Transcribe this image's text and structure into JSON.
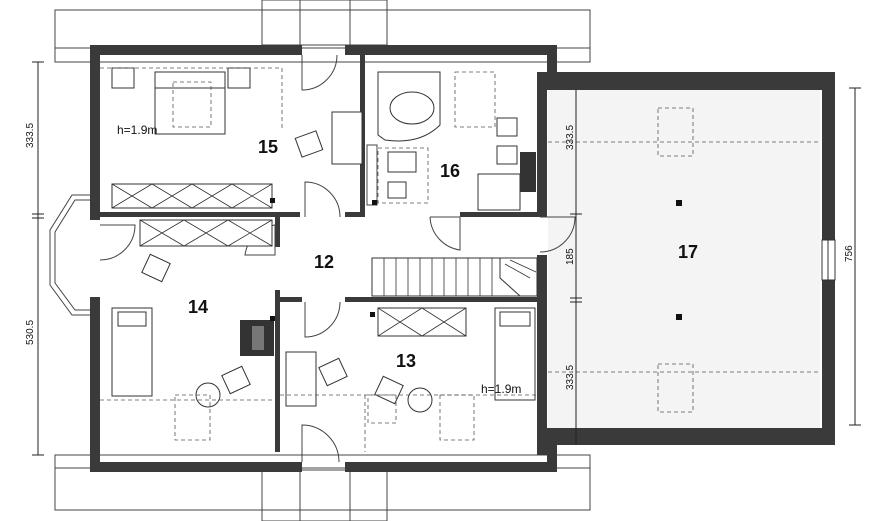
{
  "rooms": {
    "r12": "12",
    "r13": "13",
    "r14": "14",
    "r15": "15",
    "r16": "16",
    "r17": "17"
  },
  "notes": {
    "height_15": "h=1.9m",
    "height_13": "h=1.9m"
  },
  "dimensions": {
    "left_top": "333.5",
    "left_bottom": "530.5",
    "mid_top": "333.5",
    "mid_center": "185",
    "mid_bottom": "333.5",
    "right_total": "756"
  },
  "colors": {
    "wall": "#3a3a3a",
    "attic_fill": "#f4f4f4"
  }
}
